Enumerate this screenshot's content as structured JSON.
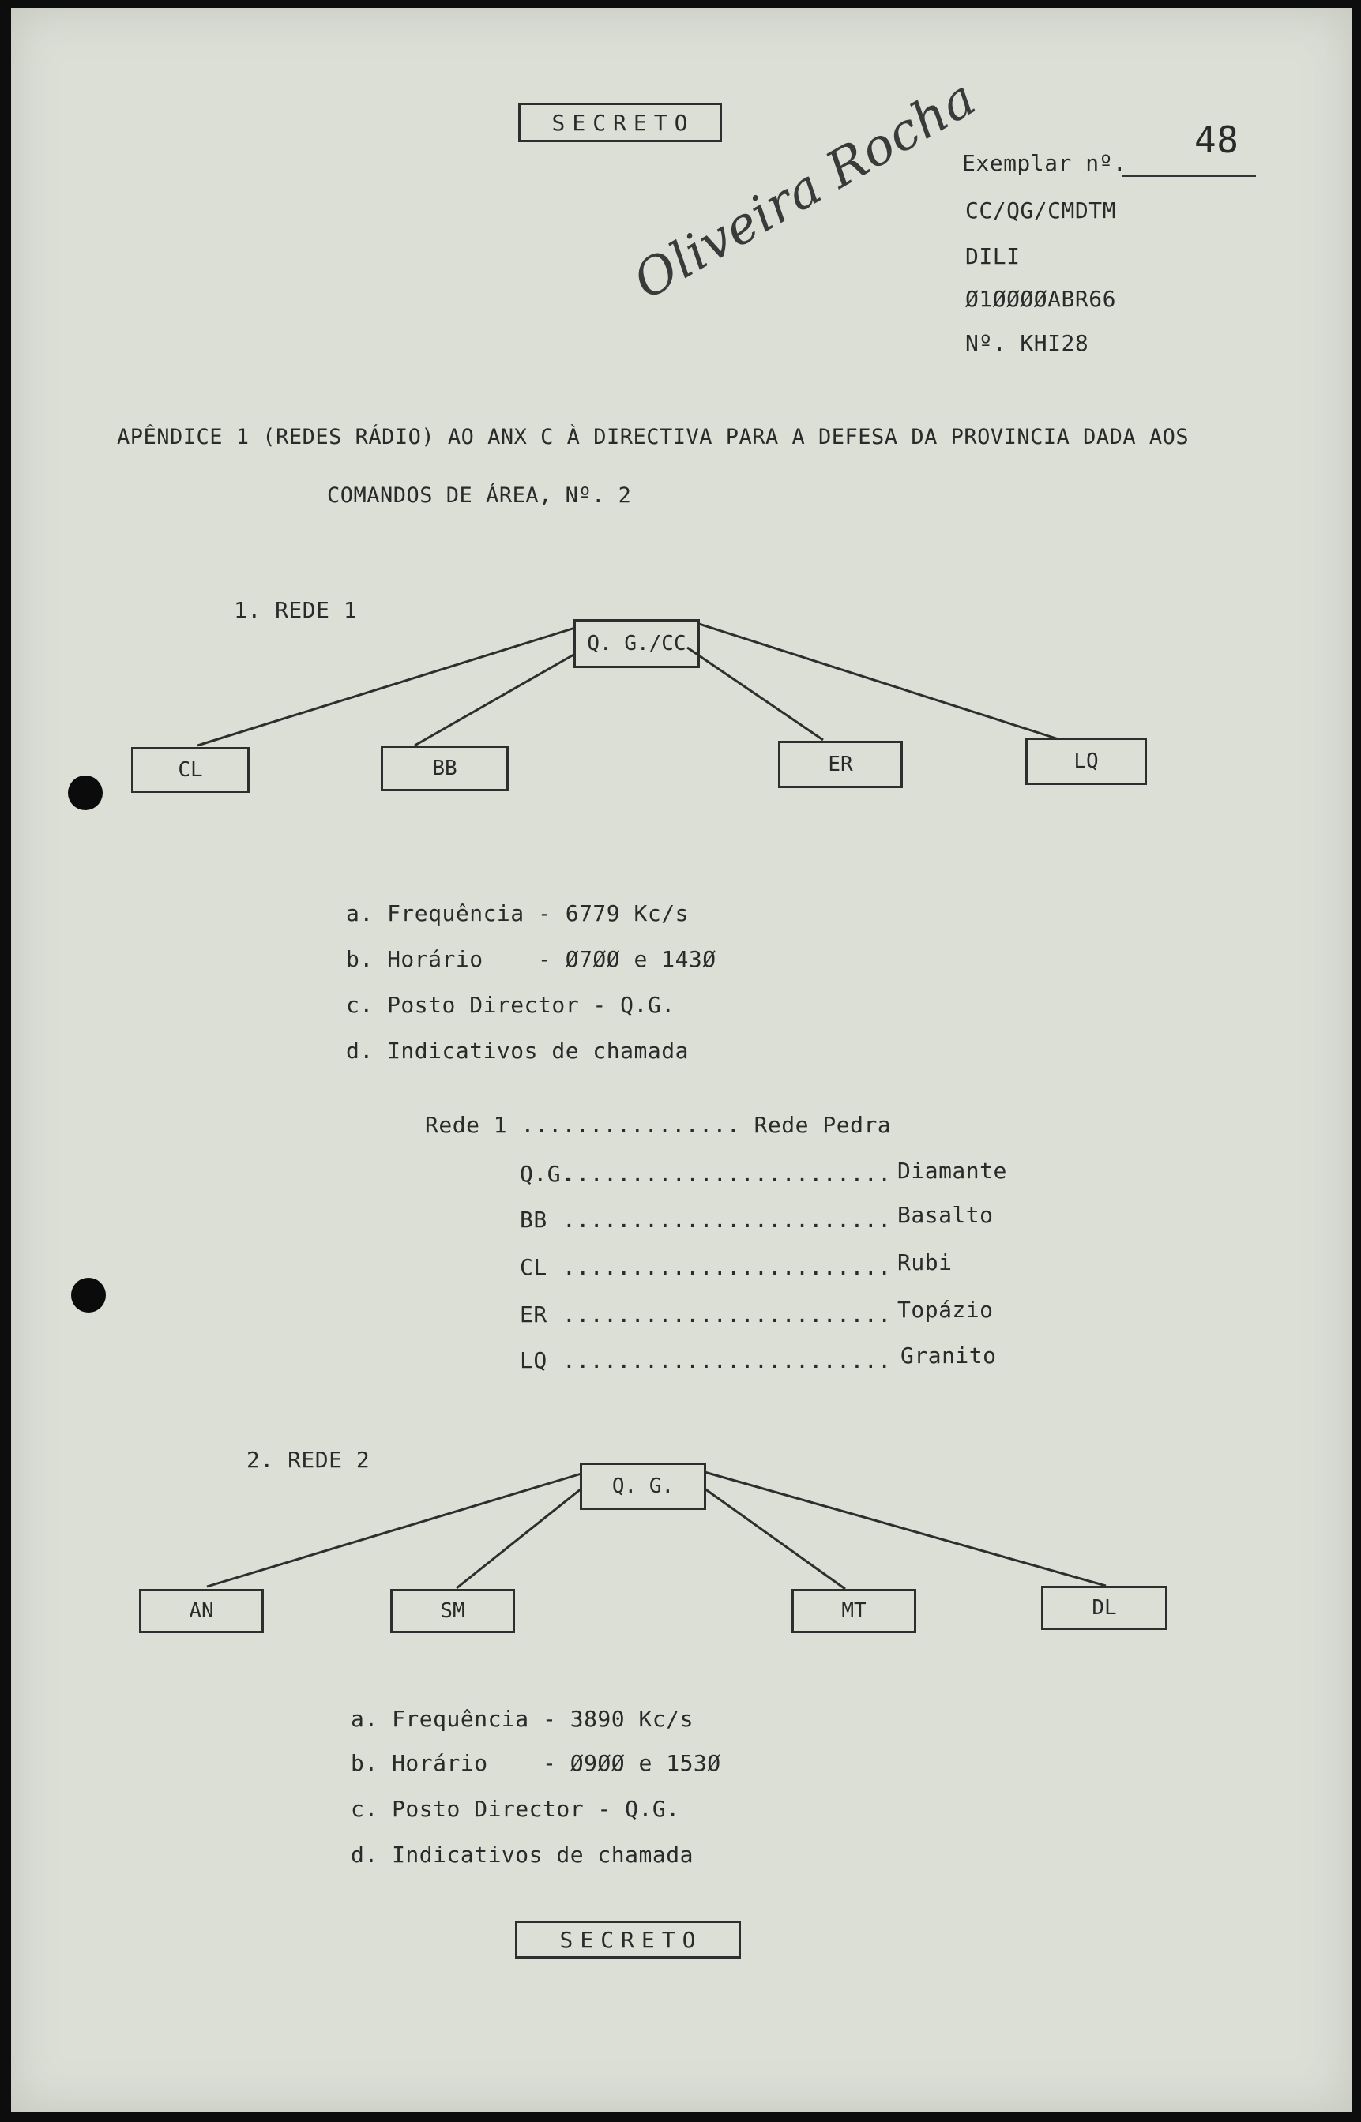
{
  "classification": "SECRETO",
  "header": {
    "copy_label": "Exemplar nº.",
    "copy_number": "48",
    "reference": "CC/QG/CMDTM",
    "place": "DILI",
    "date": "Ø1ØØØØABR66",
    "number": "Nº. KHI28"
  },
  "signature": "Oliveira Rocha",
  "title": {
    "line1": "APÊNDICE 1 (REDES RÁDIO) AO ANX C À DIRECTIVA PARA A DEFESA DA PROVINCIA DADA AOS",
    "line2": "COMANDOS DE ÁREA, Nº. 2"
  },
  "rede1": {
    "heading": "1. REDE 1",
    "hub": "Q. G./CC",
    "stations": [
      "CL",
      "BB",
      "ER",
      "LQ"
    ],
    "items": [
      "a. Frequência - 6779 Kc/s",
      "b. Horário    - Ø7ØØ e 143Ø",
      "c. Posto Director - Q.G.",
      "d. Indicativos de chamada"
    ],
    "net_line": "Rede 1 ................ Rede Pedra",
    "callsigns": [
      {
        "station": "Q.G.",
        "dots": "........................",
        "name": "Diamante"
      },
      {
        "station": "BB",
        "dots": "........................",
        "name": "Basalto"
      },
      {
        "station": "CL",
        "dots": "........................",
        "name": "Rubi"
      },
      {
        "station": "ER",
        "dots": "........................",
        "name": "Topázio"
      },
      {
        "station": "LQ",
        "dots": "........................",
        "name": "Granito"
      }
    ]
  },
  "rede2": {
    "heading": "2. REDE 2",
    "hub": "Q. G.",
    "stations": [
      "AN",
      "SM",
      "MT",
      "DL"
    ],
    "items": [
      "a. Frequência - 3890 Kc/s",
      "b. Horário    - Ø9ØØ e 153Ø",
      "c. Posto Director - Q.G.",
      "d. Indicativos de chamada"
    ]
  }
}
